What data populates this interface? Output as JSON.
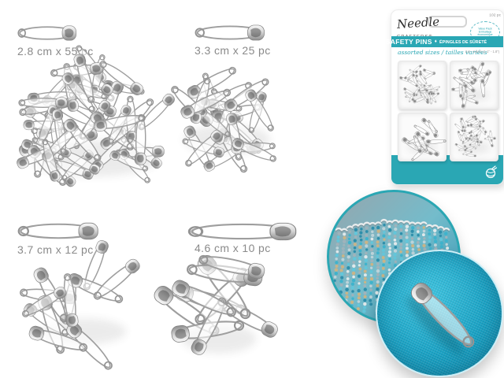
{
  "page": {
    "background": "#ffffff",
    "accent_teal": "#2aa7b4"
  },
  "groups": [
    {
      "label": "2.8 cm x 55 pc",
      "size": "2.8 cm",
      "count": 55
    },
    {
      "label": "3.3 cm x 25 pc",
      "size": "3.3 cm",
      "count": 25
    },
    {
      "label": "3.7 cm x 12 pc",
      "size": "3.7 cm",
      "count": 12
    },
    {
      "label": "4.6 cm x 10 pc",
      "size": "4.6 cm",
      "count": 10
    }
  ],
  "package": {
    "brand_line1": "Needle",
    "brand_line2": "CRAFTERS®",
    "count_text": "102 pc",
    "badge_line1": "Value Pack",
    "badge_line2": "Emballage",
    "badge_line3": "économique",
    "title_en": "SAFETY PINS",
    "title_separator": "♦",
    "title_fr": "ÉPINGLES DE SÛRETÉ",
    "subtitle_script": "assorted sizes / tailles variées",
    "subtitle_sizes": "2.8 - 4.6cm (1.1\" - 1.8\")"
  },
  "photos": {
    "back_photo": "beaded-safety-pin-cuff",
    "front_photo": "safety-pin-on-turquoise-fabric"
  }
}
